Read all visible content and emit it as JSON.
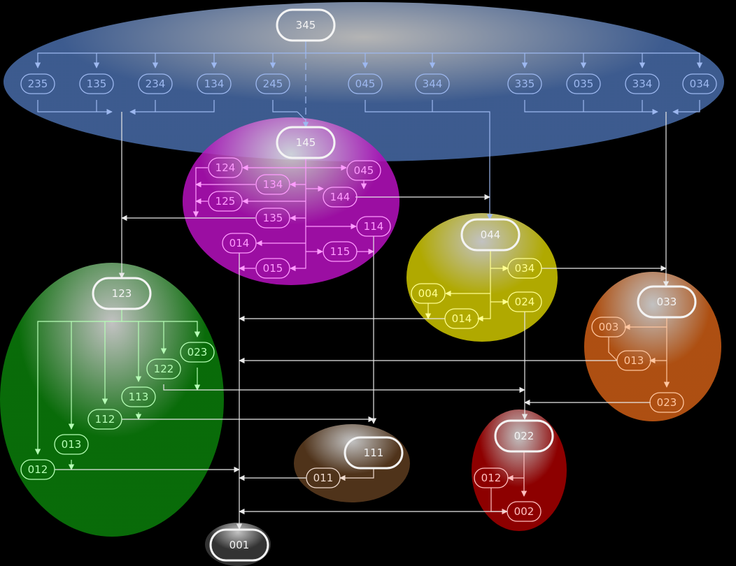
{
  "clusters": [
    {
      "id": "blue",
      "color": "#4a6fae",
      "nodes": [
        {
          "id": "n345",
          "label": "345",
          "major": true
        },
        {
          "id": "n235",
          "label": "235"
        },
        {
          "id": "n135a",
          "label": "135"
        },
        {
          "id": "n234",
          "label": "234"
        },
        {
          "id": "n134a",
          "label": "134"
        },
        {
          "id": "n245",
          "label": "245"
        },
        {
          "id": "n045a",
          "label": "045"
        },
        {
          "id": "n344",
          "label": "344"
        },
        {
          "id": "n335",
          "label": "335"
        },
        {
          "id": "n035",
          "label": "035"
        },
        {
          "id": "n334",
          "label": "334"
        },
        {
          "id": "n034a",
          "label": "034"
        }
      ]
    },
    {
      "id": "magenta",
      "color": "#b010b8",
      "nodes": [
        {
          "id": "n145",
          "label": "145",
          "major": true
        },
        {
          "id": "n124",
          "label": "124"
        },
        {
          "id": "n045b",
          "label": "045"
        },
        {
          "id": "n134b",
          "label": "134"
        },
        {
          "id": "n144",
          "label": "144"
        },
        {
          "id": "n125",
          "label": "125"
        },
        {
          "id": "n135b",
          "label": "135"
        },
        {
          "id": "n114",
          "label": "114"
        },
        {
          "id": "n014a",
          "label": "014"
        },
        {
          "id": "n115",
          "label": "115"
        },
        {
          "id": "n015",
          "label": "015"
        }
      ]
    },
    {
      "id": "yellow",
      "color": "#c8c000",
      "nodes": [
        {
          "id": "n044",
          "label": "044",
          "major": true
        },
        {
          "id": "n034b",
          "label": "034"
        },
        {
          "id": "n004",
          "label": "004"
        },
        {
          "id": "n024",
          "label": "024"
        },
        {
          "id": "n014b",
          "label": "014"
        }
      ]
    },
    {
      "id": "orange",
      "color": "#c55a14",
      "nodes": [
        {
          "id": "n033",
          "label": "033",
          "major": true
        },
        {
          "id": "n003",
          "label": "003"
        },
        {
          "id": "n013b",
          "label": "013"
        },
        {
          "id": "n023",
          "label": "023"
        }
      ]
    },
    {
      "id": "green",
      "color": "#0a7a0a",
      "nodes": [
        {
          "id": "n123",
          "label": "123",
          "major": true
        },
        {
          "id": "n023g",
          "label": "023"
        },
        {
          "id": "n122",
          "label": "122"
        },
        {
          "id": "n113",
          "label": "113"
        },
        {
          "id": "n112",
          "label": "112"
        },
        {
          "id": "n013g",
          "label": "013"
        },
        {
          "id": "n012g",
          "label": "012"
        }
      ]
    },
    {
      "id": "brown",
      "color": "#5a3a1e",
      "nodes": [
        {
          "id": "n111",
          "label": "111",
          "major": true
        },
        {
          "id": "n011",
          "label": "011"
        }
      ]
    },
    {
      "id": "red",
      "color": "#a00000",
      "nodes": [
        {
          "id": "n022",
          "label": "022",
          "major": true
        },
        {
          "id": "n012r",
          "label": "012"
        },
        {
          "id": "n002",
          "label": "002"
        }
      ]
    },
    {
      "id": "gray",
      "color": "#3a3a3a",
      "nodes": [
        {
          "id": "n001",
          "label": "001",
          "major": true
        }
      ]
    }
  ]
}
